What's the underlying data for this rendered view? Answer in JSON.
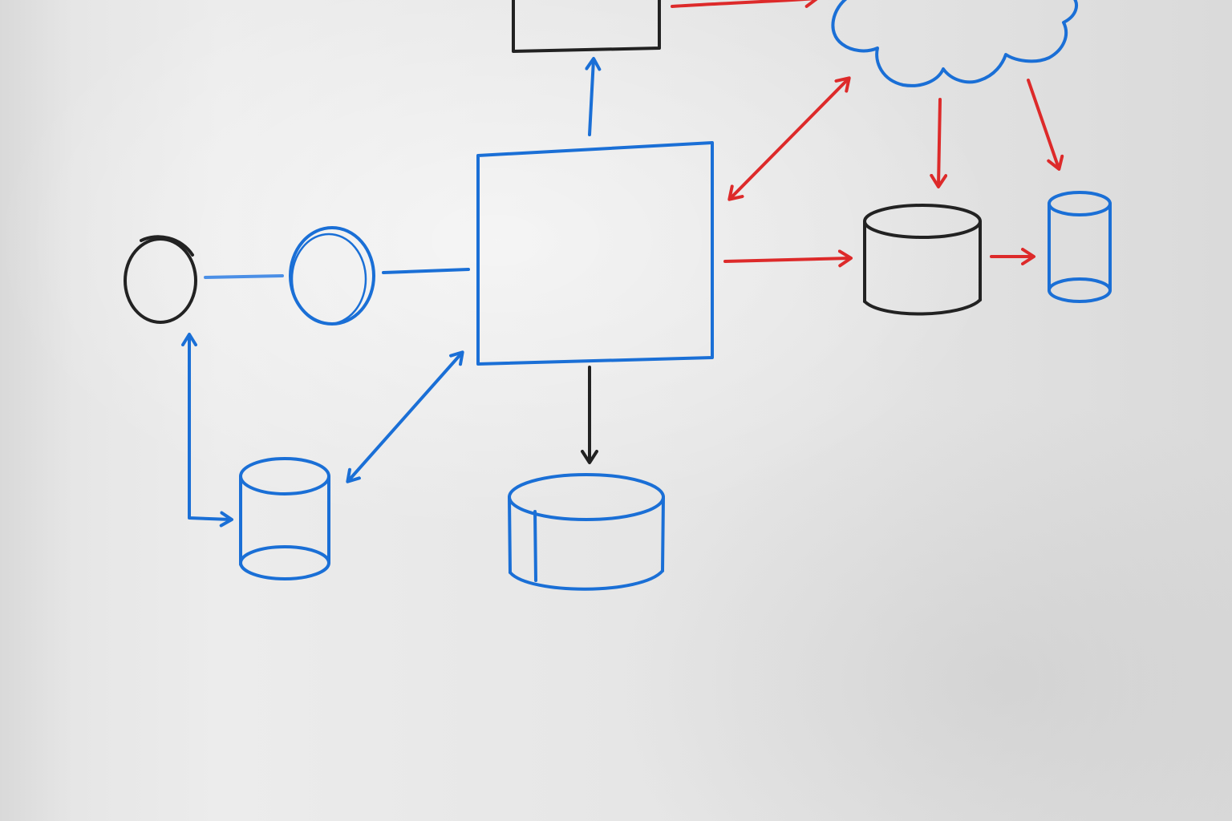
{
  "colors": {
    "blue_marker": "#1a6fd6",
    "black_marker": "#222222",
    "red_marker": "#dd2a2a",
    "board": "#e6e6e6"
  },
  "shapes": [
    {
      "id": "top-box",
      "kind": "rectangle",
      "color": "black_marker"
    },
    {
      "id": "cloud",
      "kind": "cloud",
      "color": "blue_marker"
    },
    {
      "id": "central-box",
      "kind": "rectangle",
      "color": "blue_marker"
    },
    {
      "id": "black-circle",
      "kind": "circle",
      "color": "black_marker"
    },
    {
      "id": "blue-circle",
      "kind": "circle",
      "color": "blue_marker"
    },
    {
      "id": "black-cylinder",
      "kind": "cylinder",
      "color": "black_marker"
    },
    {
      "id": "small-blue-cylinder",
      "kind": "cylinder",
      "color": "blue_marker"
    },
    {
      "id": "left-blue-cylinder",
      "kind": "cylinder",
      "color": "blue_marker"
    },
    {
      "id": "bottom-blue-cylinder",
      "kind": "cylinder",
      "color": "blue_marker"
    }
  ],
  "connectors": [
    {
      "from": "black-circle",
      "to": "blue-circle",
      "type": "line",
      "color": "blue_marker"
    },
    {
      "from": "blue-circle",
      "to": "central-box",
      "type": "line",
      "color": "blue_marker"
    },
    {
      "from": "central-box",
      "to": "top-box",
      "type": "arrow",
      "color": "blue_marker"
    },
    {
      "from": "top-box",
      "to": "cloud",
      "type": "arrow",
      "color": "red_marker"
    },
    {
      "from": "central-box",
      "to": "cloud",
      "type": "double-arrow",
      "color": "red_marker"
    },
    {
      "from": "cloud",
      "to": "black-cylinder",
      "type": "arrow",
      "color": "red_marker"
    },
    {
      "from": "cloud",
      "to": "small-blue-cylinder",
      "type": "arrow",
      "color": "red_marker"
    },
    {
      "from": "central-box",
      "to": "black-cylinder",
      "type": "arrow",
      "color": "red_marker"
    },
    {
      "from": "black-cylinder",
      "to": "small-blue-cylinder",
      "type": "arrow",
      "color": "red_marker"
    },
    {
      "from": "central-box",
      "to": "bottom-blue-cylinder",
      "type": "arrow",
      "color": "black_marker"
    },
    {
      "from": "central-box",
      "to": "left-blue-cylinder",
      "type": "double-arrow",
      "color": "blue_marker"
    },
    {
      "from": "left-blue-cylinder",
      "to": "black-circle",
      "type": "double-arrow",
      "color": "blue_marker"
    }
  ]
}
